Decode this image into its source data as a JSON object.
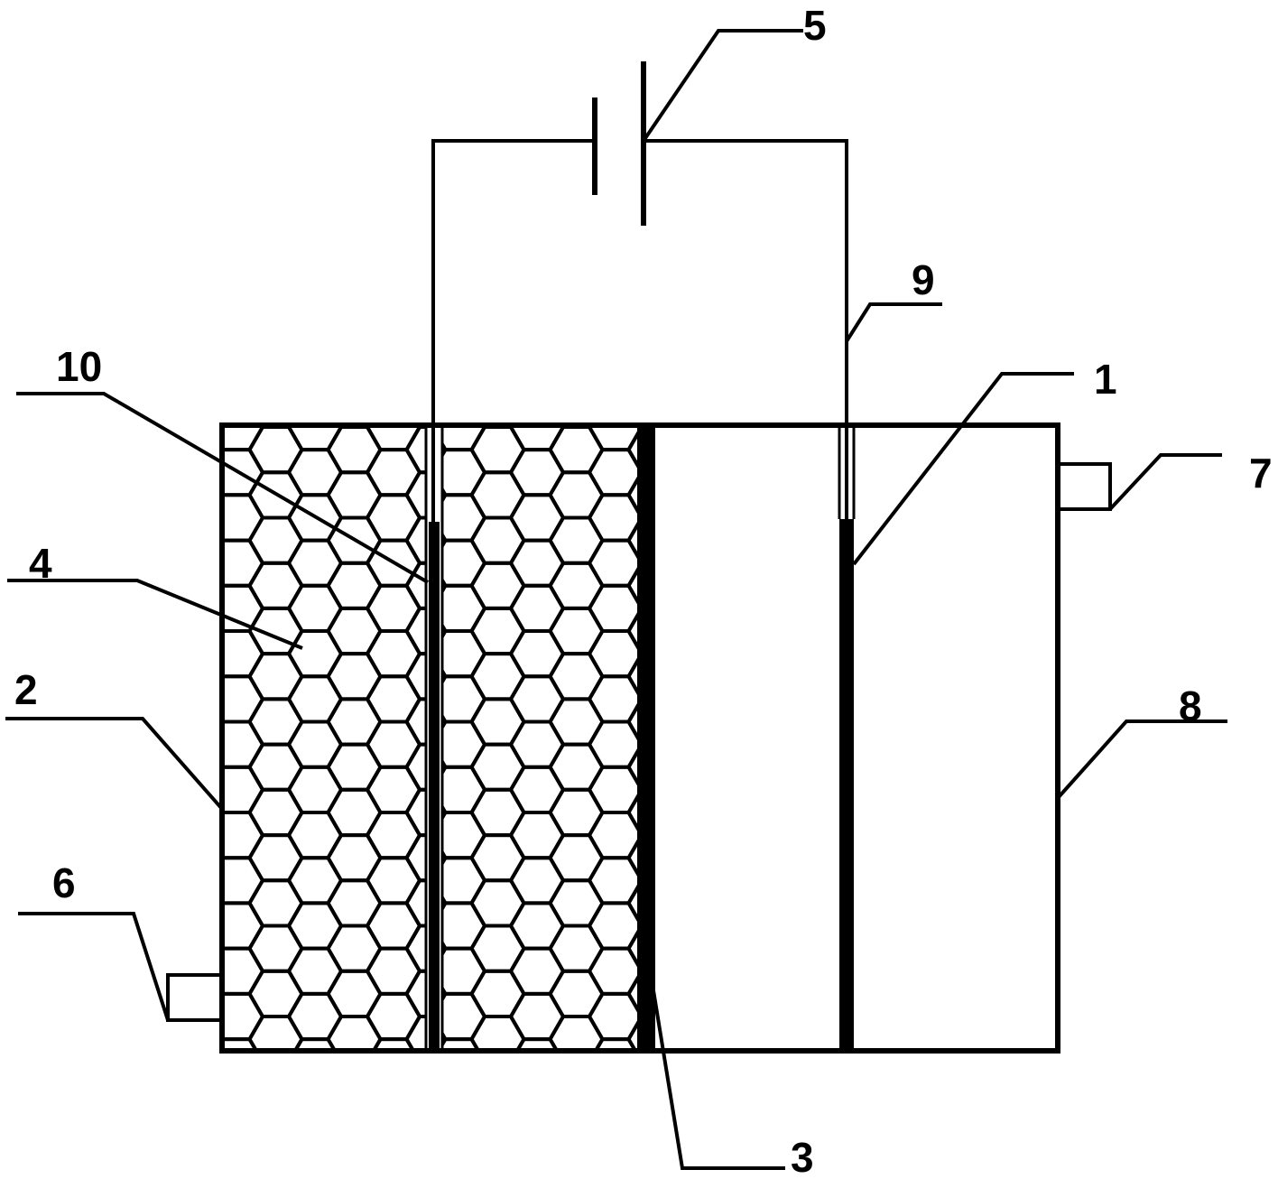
{
  "labels": {
    "l1": "1",
    "l2": "2",
    "l3": "3",
    "l4": "4",
    "l5": "5",
    "l6": "6",
    "l7": "7",
    "l8": "8",
    "l9": "9",
    "l10": "10"
  },
  "colors": {
    "stroke": "#000000",
    "background": "#ffffff"
  }
}
